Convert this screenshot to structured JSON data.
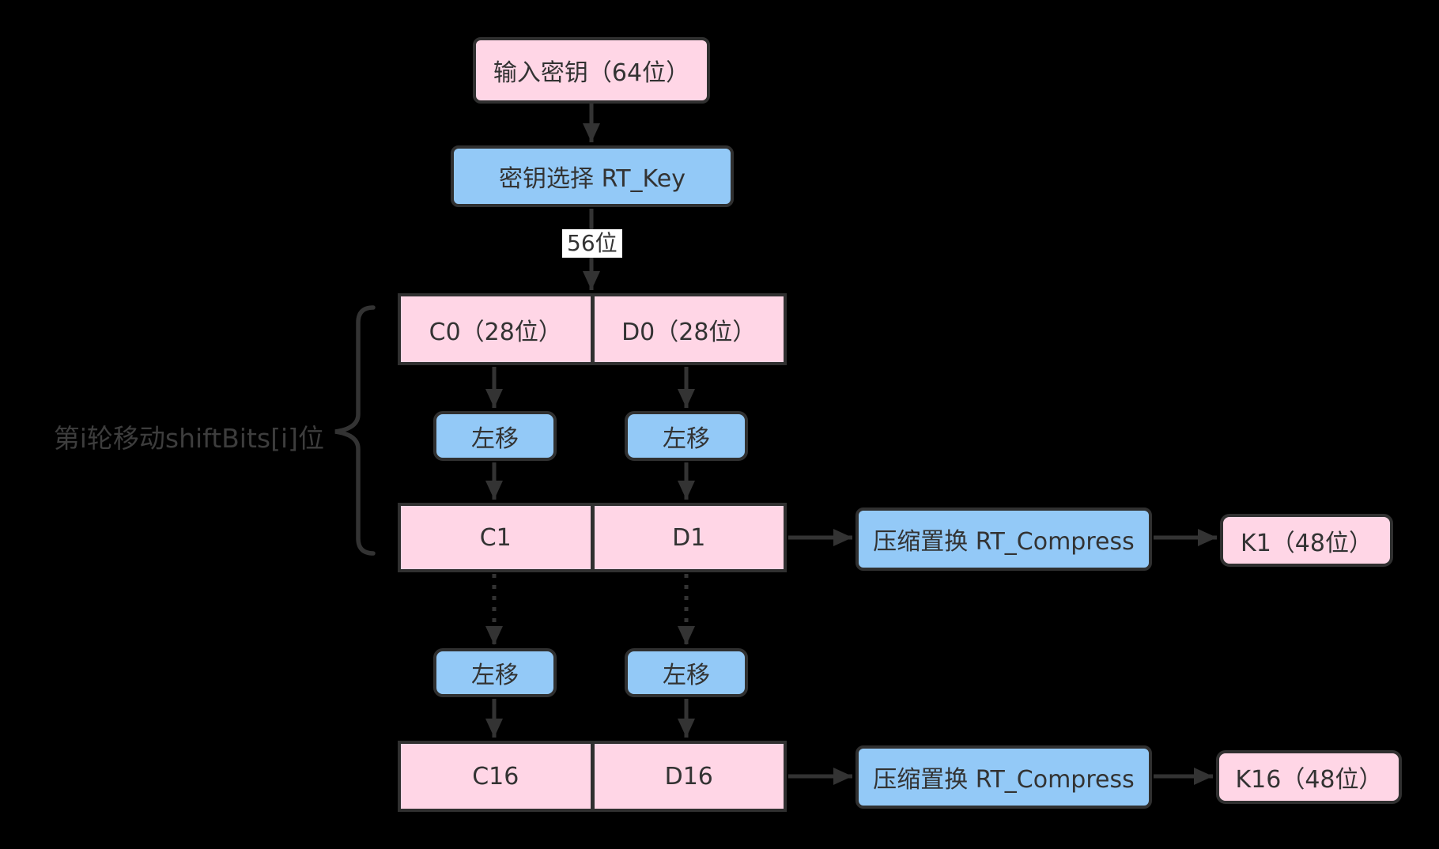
{
  "colors": {
    "background": "#000000",
    "pink_fill": "#FFD6E6",
    "blue_fill": "#93C9F7",
    "node_border": "#303030",
    "arrow": "#333333",
    "box_text": "#333333",
    "side_note_text": "#3D3D3D",
    "bits_label_bg": "#FFFFFF"
  },
  "nodes": {
    "input_key": "输入密钥（64位）",
    "key_select": "密钥选择 RT_Key",
    "bits_label": "56位",
    "c0": "C0（28位）",
    "d0": "D0（28位）",
    "shift_left": "左移",
    "c1": "C1",
    "d1": "D1",
    "compress": "压缩置换 RT_Compress",
    "k1": "K1（48位）",
    "c16": "C16",
    "d16": "D16",
    "k16": "K16（48位）",
    "side_note": "第i轮移动shiftBits[i]位"
  }
}
